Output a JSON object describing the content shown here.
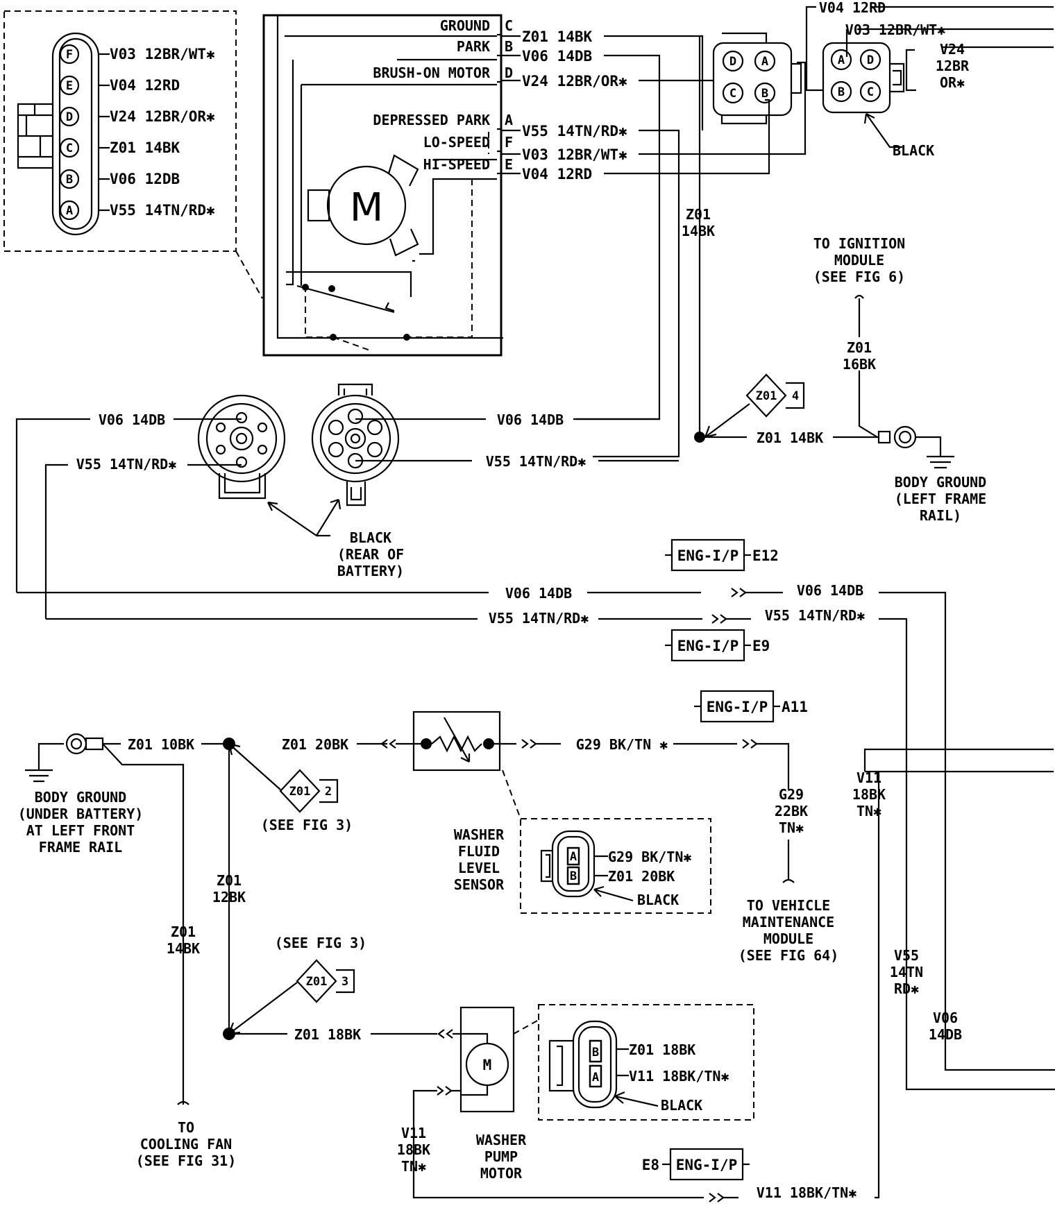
{
  "wiper_connector_pins": [
    {
      "pin": "F",
      "wire": "V03 12BR/WT✱"
    },
    {
      "pin": "E",
      "wire": "V04 12RD"
    },
    {
      "pin": "D",
      "wire": "V24 12BR/OR✱"
    },
    {
      "pin": "C",
      "wire": "Z01 14BK"
    },
    {
      "pin": "B",
      "wire": "V06 12DB"
    },
    {
      "pin": "A",
      "wire": "V55 14TN/RD✱"
    }
  ],
  "motor": {
    "symbol": "M",
    "terminals": [
      {
        "name": "GROUND",
        "pin": "C",
        "wire": "Z01 14BK"
      },
      {
        "name": "PARK",
        "pin": "B",
        "wire": "V06 14DB"
      },
      {
        "name": "BRUSH-ON MOTOR",
        "pin": "D",
        "wire": "V24 12BR/OR✱"
      },
      {
        "name": "DEPRESSED PARK",
        "pin": "A",
        "wire": "V55 14TN/RD✱"
      },
      {
        "name": "LO-SPEED",
        "pin": "F",
        "wire": "V03 12BR/WT✱"
      },
      {
        "name": "HI-SPEED",
        "pin": "E",
        "wire": "V04 12RD"
      }
    ]
  },
  "mid_connector_pins": [
    "D",
    "A",
    "C",
    "B"
  ],
  "right_connector": {
    "pins": [
      "A",
      "D",
      "B",
      "C"
    ],
    "wires": {
      "v04": "V04 12RD",
      "v03": "V03 12BR/WT✱",
      "v24": [
        "V24",
        "12BR",
        "OR✱"
      ]
    },
    "color": "BLACK"
  },
  "z01_vertical": [
    "Z01",
    "14BK"
  ],
  "ignition": {
    "line1": "TO IGNITION",
    "line2": "MODULE",
    "line3": "(SEE FIG 6)",
    "wire": [
      "Z01",
      "16BK"
    ]
  },
  "splice_4": {
    "label": "Z01",
    "num": "4"
  },
  "splice_4_wire": "Z01 14BK",
  "body_ground_left_rail": [
    "BODY GROUND",
    "(LEFT FRAME",
    "RAIL)"
  ],
  "battery_connector": {
    "left_v06": "V06 14DB",
    "left_v55": "V55 14TN/RD✱",
    "right_v06": "V06 14DB",
    "right_v55": "V55 14TN/RD✱",
    "color": [
      "BLACK",
      "(REAR OF",
      "BATTERY)"
    ]
  },
  "eng_connectors": [
    {
      "name": "ENG-I/P",
      "pin": "E12"
    },
    {
      "name": "ENG-I/P",
      "pin": "E9"
    },
    {
      "name": "ENG-I/P",
      "pin": "A11"
    },
    {
      "name": "ENG-I/P",
      "pin": "E8"
    }
  ],
  "harness_wires": {
    "v06_left": "V06 14DB",
    "v06_right": "V06 14DB",
    "v55_left": "V55 14TN/RD✱",
    "v55_right": "V55 14TN/RD✱"
  },
  "body_ground_battery": [
    "BODY GROUND",
    "(UNDER BATTERY)",
    "AT LEFT FRONT",
    "FRAME RAIL"
  ],
  "ground_wires": {
    "z01_10bk": "Z01 10BK",
    "z01_20bk": "Z01 20BK",
    "g29": "G29 BK/TN ✱",
    "z01_12bk": [
      "Z01",
      "12BK"
    ],
    "z01_14bk": [
      "Z01",
      "14BK"
    ],
    "z01_18bk": "Z01 18BK"
  },
  "splice_2": {
    "label": "Z01",
    "num": "2",
    "note": "(SEE FIG 3)"
  },
  "splice_3": {
    "label": "Z01",
    "num": "3",
    "note": "(SEE FIG 3)"
  },
  "g29_vertical": [
    "G29",
    "22BK",
    "TN✱"
  ],
  "vehicle_maintenance": [
    "TO VEHICLE",
    "MAINTENANCE",
    "MODULE",
    "(SEE FIG 64)"
  ],
  "washer_sensor": {
    "title": [
      "WASHER",
      "FLUID",
      "LEVEL",
      "SENSOR"
    ],
    "pins": [
      {
        "pin": "A",
        "wire": "G29 BK/TN✱"
      },
      {
        "pin": "B",
        "wire": "Z01 20BK"
      }
    ],
    "color": "BLACK"
  },
  "washer_pump": {
    "title": [
      "WASHER",
      "PUMP",
      "MOTOR"
    ],
    "symbol": "M",
    "pins": [
      {
        "pin": "B",
        "wire": "Z01 18BK"
      },
      {
        "pin": "A",
        "wire": "V11 18BK/TN✱"
      }
    ],
    "color": "BLACK"
  },
  "cooling_fan": [
    "TO",
    "COOLING FAN",
    "(SEE FIG 31)"
  ],
  "v11_left": [
    "V11",
    "18BK",
    "TN✱"
  ],
  "v11_right": [
    "V11",
    "18BK",
    "TN✱"
  ],
  "v11_bottom": "V11 18BK/TN✱",
  "v55_vertical": [
    "V55",
    "14TN",
    "RD✱"
  ],
  "v06_vertical": [
    "V06",
    "14DB"
  ]
}
